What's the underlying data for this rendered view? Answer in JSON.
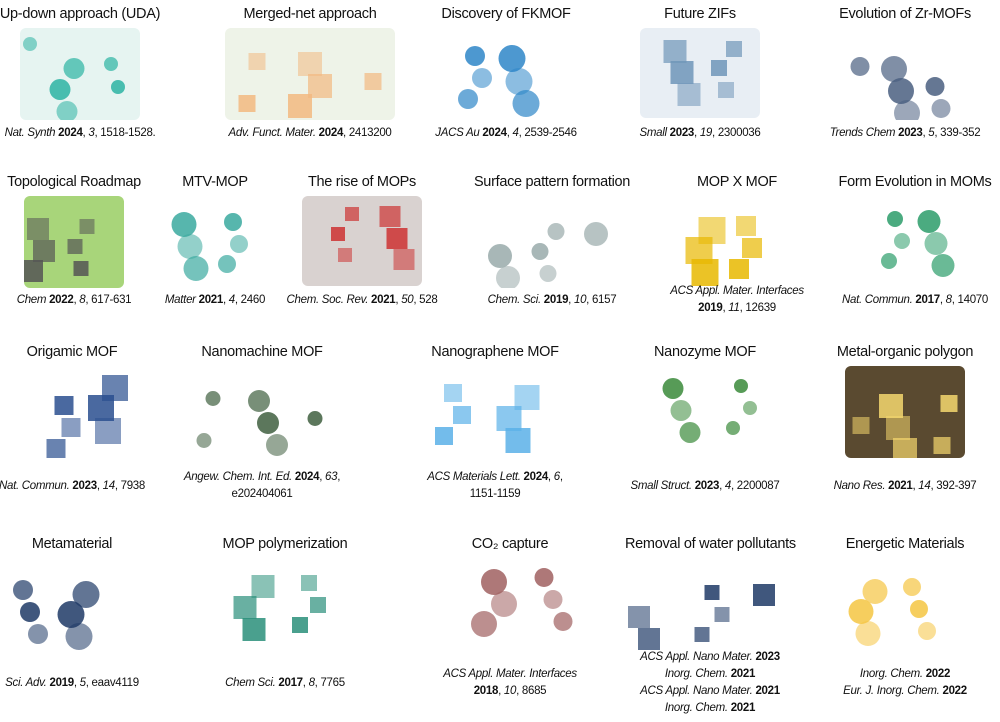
{
  "cells": [
    {
      "title": "Up-down approach (UDA)",
      "lines": [
        [
          {
            "text": "Nat. Synth ",
            "style": "i"
          },
          {
            "text": "2024",
            "style": "b"
          },
          {
            "text": ", ",
            "style": ""
          },
          {
            "text": "3",
            "style": "i"
          },
          {
            "text": ", 1518-1528.",
            "style": ""
          }
        ]
      ]
    },
    {
      "title": "Merged-net approach",
      "lines": [
        [
          {
            "text": "Adv. Funct. Mater. ",
            "style": "i"
          },
          {
            "text": "2024",
            "style": "b"
          },
          {
            "text": ", 2413200",
            "style": ""
          }
        ]
      ]
    },
    {
      "title": "Discovery of FKMOF",
      "lines": [
        [
          {
            "text": "JACS Au ",
            "style": "i"
          },
          {
            "text": "2024",
            "style": "b"
          },
          {
            "text": ", ",
            "style": ""
          },
          {
            "text": "4",
            "style": "i"
          },
          {
            "text": ", 2539-2546",
            "style": ""
          }
        ]
      ]
    },
    {
      "title": "Future ZIFs",
      "lines": [
        [
          {
            "text": "Small ",
            "style": "i"
          },
          {
            "text": "2023",
            "style": "b"
          },
          {
            "text": ", ",
            "style": ""
          },
          {
            "text": "19",
            "style": "i"
          },
          {
            "text": ", 2300036",
            "style": ""
          }
        ]
      ]
    },
    {
      "title": "Evolution of Zr-MOFs",
      "lines": [
        [
          {
            "text": "Trends Chem ",
            "style": "i"
          },
          {
            "text": "2023",
            "style": "b"
          },
          {
            "text": ", ",
            "style": ""
          },
          {
            "text": "5",
            "style": "i"
          },
          {
            "text": ", 339-352",
            "style": ""
          }
        ]
      ]
    },
    {
      "title": "Topological Roadmap",
      "lines": [
        [
          {
            "text": "Chem ",
            "style": "i"
          },
          {
            "text": "2022",
            "style": "b"
          },
          {
            "text": ", ",
            "style": ""
          },
          {
            "text": "8",
            "style": "i"
          },
          {
            "text": ", 617-631",
            "style": ""
          }
        ]
      ]
    },
    {
      "title": "MTV-MOP",
      "lines": [
        [
          {
            "text": "Matter ",
            "style": "i"
          },
          {
            "text": "2021",
            "style": "b"
          },
          {
            "text": ", ",
            "style": ""
          },
          {
            "text": "4",
            "style": "i"
          },
          {
            "text": ", 2460",
            "style": ""
          }
        ]
      ]
    },
    {
      "title": "The rise of MOPs",
      "lines": [
        [
          {
            "text": "Chem. Soc. Rev. ",
            "style": "i"
          },
          {
            "text": "2021",
            "style": "b"
          },
          {
            "text": ", ",
            "style": ""
          },
          {
            "text": "50",
            "style": "i"
          },
          {
            "text": ", 528",
            "style": ""
          }
        ]
      ]
    },
    {
      "title": "Surface pattern formation",
      "lines": [
        [
          {
            "text": "Chem. Sci. ",
            "style": "i"
          },
          {
            "text": "2019",
            "style": "b"
          },
          {
            "text": ", ",
            "style": ""
          },
          {
            "text": "10",
            "style": "i"
          },
          {
            "text": ", 6157",
            "style": ""
          }
        ]
      ]
    },
    {
      "title": "MOP X MOF",
      "lines": [
        [
          {
            "text": "ACS Appl. Mater. Interfaces",
            "style": "i"
          }
        ],
        [
          {
            "text": "2019",
            "style": "b"
          },
          {
            "text": ", ",
            "style": ""
          },
          {
            "text": "11",
            "style": "i"
          },
          {
            "text": ", 12639",
            "style": ""
          }
        ]
      ]
    },
    {
      "title": "Form Evolution in MOMs",
      "lines": [
        [
          {
            "text": "Nat. Commun. ",
            "style": "i"
          },
          {
            "text": "2017",
            "style": "b"
          },
          {
            "text": ", ",
            "style": ""
          },
          {
            "text": "8",
            "style": "i"
          },
          {
            "text": ", 14070",
            "style": ""
          }
        ]
      ]
    },
    {
      "title": "Origamic MOF",
      "lines": [
        [
          {
            "text": "Nat. Commun. ",
            "style": "i"
          },
          {
            "text": "2023",
            "style": "b"
          },
          {
            "text": ", ",
            "style": ""
          },
          {
            "text": "14",
            "style": "i"
          },
          {
            "text": ", 7938",
            "style": ""
          }
        ]
      ]
    },
    {
      "title": "Nanomachine MOF",
      "lines": [
        [
          {
            "text": "Angew. Chem. Int. Ed. ",
            "style": "i"
          },
          {
            "text": "2024",
            "style": "b"
          },
          {
            "text": ", ",
            "style": ""
          },
          {
            "text": "63",
            "style": "i"
          },
          {
            "text": ",",
            "style": ""
          }
        ],
        [
          {
            "text": "e202404061",
            "style": ""
          }
        ]
      ]
    },
    {
      "title": "Nanographene MOF",
      "lines": [
        [
          {
            "text": "ACS Materials Lett. ",
            "style": "i"
          },
          {
            "text": "2024",
            "style": "b"
          },
          {
            "text": ", ",
            "style": ""
          },
          {
            "text": "6",
            "style": "i"
          },
          {
            "text": ",",
            "style": ""
          }
        ],
        [
          {
            "text": "1151-1159",
            "style": ""
          }
        ]
      ]
    },
    {
      "title": "Nanozyme MOF",
      "lines": [
        [
          {
            "text": "Small Struct. ",
            "style": "i"
          },
          {
            "text": "2023",
            "style": "b"
          },
          {
            "text": ", ",
            "style": ""
          },
          {
            "text": "4",
            "style": "i"
          },
          {
            "text": ", 2200087",
            "style": ""
          }
        ]
      ]
    },
    {
      "title": "Metal-organic polygon",
      "lines": [
        [
          {
            "text": "Nano Res. ",
            "style": "i"
          },
          {
            "text": "2021",
            "style": "b"
          },
          {
            "text": ", ",
            "style": ""
          },
          {
            "text": "14",
            "style": "i"
          },
          {
            "text": ", 392-397",
            "style": ""
          }
        ]
      ]
    },
    {
      "title": "Metamaterial",
      "lines": [
        [
          {
            "text": "Sci. Adv. ",
            "style": "i"
          },
          {
            "text": "2019",
            "style": "b"
          },
          {
            "text": ", ",
            "style": ""
          },
          {
            "text": "5",
            "style": "i"
          },
          {
            "text": ", eaav4119",
            "style": ""
          }
        ]
      ]
    },
    {
      "title": "MOP polymerization",
      "lines": [
        [
          {
            "text": "Chem Sci. ",
            "style": "i"
          },
          {
            "text": "2017",
            "style": "b"
          },
          {
            "text": ", ",
            "style": ""
          },
          {
            "text": "8",
            "style": "i"
          },
          {
            "text": ", 7765",
            "style": ""
          }
        ]
      ]
    },
    {
      "title": "CO₂ capture",
      "lines": [
        [
          {
            "text": "ACS Appl. Mater. Interfaces",
            "style": "i"
          }
        ],
        [
          {
            "text": "2018",
            "style": "b"
          },
          {
            "text": ", ",
            "style": ""
          },
          {
            "text": "10",
            "style": "i"
          },
          {
            "text": ", 8685",
            "style": ""
          }
        ]
      ]
    },
    {
      "title": "Removal of water pollutants",
      "lines": [
        [
          {
            "text": "ACS Appl. Nano Mater. ",
            "style": "i"
          },
          {
            "text": "2023",
            "style": "b"
          }
        ],
        [
          {
            "text": "Inorg. Chem. ",
            "style": "i"
          },
          {
            "text": "2021",
            "style": "b"
          }
        ],
        [
          {
            "text": "ACS Appl. Nano Mater. ",
            "style": "i"
          },
          {
            "text": "2021",
            "style": "b"
          }
        ],
        [
          {
            "text": "Inorg. Chem. ",
            "style": "i"
          },
          {
            "text": "2021",
            "style": "b"
          }
        ]
      ]
    },
    {
      "title": "Energetic Materials",
      "lines": [
        [
          {
            "text": "Inorg. Chem. ",
            "style": "i"
          },
          {
            "text": "2022",
            "style": "b"
          }
        ],
        [
          {
            "text": "Eur. J. Inorg. Chem. ",
            "style": "i"
          },
          {
            "text": "2022",
            "style": "b"
          }
        ]
      ]
    }
  ]
}
